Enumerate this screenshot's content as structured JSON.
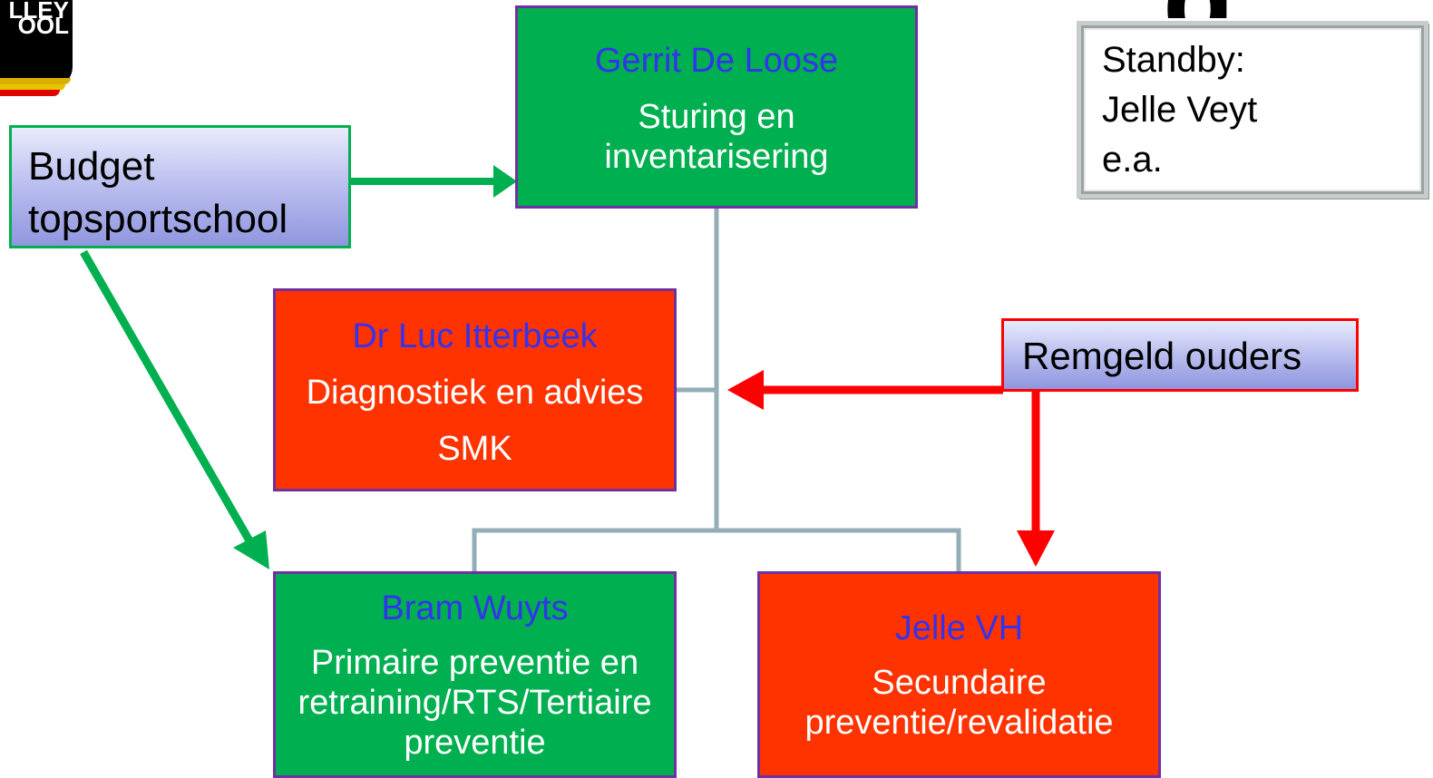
{
  "logo": {
    "lines": [
      "LLEY",
      "OOL"
    ]
  },
  "standby": {
    "lines": [
      "Standby:",
      "Jelle Veyt",
      "e.a."
    ]
  },
  "top_glyph": "g",
  "nodes": {
    "gerrit": {
      "name": "Gerrit De Loose",
      "lines": [
        "Sturing en",
        "inventarisering"
      ],
      "color": "#00b050"
    },
    "luc": {
      "name": "Dr Luc Itterbeek",
      "lines": [
        "Diagnostiek en advies",
        "SMK"
      ],
      "color": "#ff3300"
    },
    "bram": {
      "name": "Bram Wuyts",
      "lines": [
        "Primaire preventie en",
        "retraining/RTS/Tertiaire",
        "preventie"
      ],
      "color": "#00b050"
    },
    "jelle": {
      "name": "Jelle VH",
      "lines": [
        "Secundaire",
        "preventie/revalidatie"
      ],
      "color": "#ff3300"
    }
  },
  "funding": {
    "budget": {
      "lines": [
        "Budget",
        "topsportschool"
      ],
      "border_color": "#00b050"
    },
    "remgeld": {
      "label": "Remgeld ouders",
      "border_color": "#ff0000"
    }
  },
  "colors": {
    "name_text": "#3333ee",
    "box_border": "#7030a0",
    "connector": "#93aeb6",
    "arrow_green": "#00b050",
    "arrow_red": "#ff0000"
  }
}
